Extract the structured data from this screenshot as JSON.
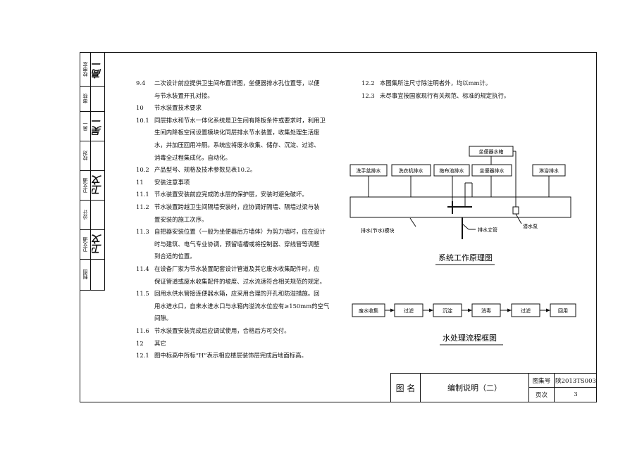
{
  "sidebar": {
    "cells": [
      {
        "label": "校审定",
        "sig": "高一"
      },
      {
        "label": "审核",
        "sig": ""
      },
      {
        "label": "吴一",
        "sig": "吴一"
      },
      {
        "label": "校对",
        "sig": ""
      },
      {
        "label": "卫文通",
        "sig": "卫文"
      },
      {
        "label": "设计",
        "sig": ""
      },
      {
        "label": "卫文通",
        "sig": "卫文"
      },
      {
        "label": "制图",
        "sig": ""
      }
    ]
  },
  "left_text": [
    {
      "num": "9.4",
      "lines": [
        "二次设计前应提供卫生间布置详图，坐便器排水孔位置等，以便",
        "与节水装置开孔对接。"
      ]
    },
    {
      "num": "10",
      "lines": [
        "节水装置技术要求"
      ]
    },
    {
      "num": "10.1",
      "lines": [
        "同层排水和节水一体化系统是卫生间有降板条件或要求时，利用卫",
        "生间内降板空间设置模块化同层排水节水装置，收集处理生活废",
        "水，并加压回用冲厕。系统应将废水收集、储存、沉淀、过滤、",
        "消毒全过程集成化，自动化。"
      ]
    },
    {
      "num": "10.2",
      "lines": [
        "产品型号、规格及技术参数见表10.2。"
      ]
    },
    {
      "num": "11",
      "lines": [
        "安装注意事项"
      ]
    },
    {
      "num": "11.1",
      "lines": [
        "节水装置安装前应完成防水层的保护层，安装时避免破坏。"
      ]
    },
    {
      "num": "11.2",
      "lines": [
        "节水装置跨越卫生间隔墙安装时，应协调好隔墙、隔墙过梁与装",
        "置安装的施工次序。"
      ]
    },
    {
      "num": "11.3",
      "lines": [
        "自把器安装位置（一般为坐便器后方墙体）为剪力墙时，应在设计",
        "时与建筑、电气专业协调，预留墙槽或将控制器、穿线管等调整",
        "到合适的位置。"
      ]
    },
    {
      "num": "11.4",
      "lines": [
        "在设备厂家为节水装置配套设计管道及其它废水收集配件时，应",
        "保证管道或废水收集配件的坡度、过水流速符合相关规范的规定。"
      ]
    },
    {
      "num": "11.5",
      "lines": [
        "回用水供水管接连便器水箱，应采用合理的开孔和防溢措施。回",
        "用水进水口，自来水进水口与水箱内溢流水位应有≥150mm的空气",
        "间隙。"
      ]
    },
    {
      "num": "11.6",
      "lines": [
        "节水装置安装完成后应调试使用，合格后方可交付。"
      ]
    },
    {
      "num": "12",
      "lines": [
        "其它"
      ]
    },
    {
      "num": "12.1",
      "lines": [
        "图中标高中所标“H”表示相应楼层装饰层完成后地面标高。"
      ]
    }
  ],
  "right_text": [
    {
      "num": "12.2",
      "lines": [
        "本图集所注尺寸除注明者外，均以mm计。"
      ]
    },
    {
      "num": "12.3",
      "lines": [
        "未尽事宜按国家现行有关规范、标准的规定执行。"
      ]
    }
  ],
  "diagram1": {
    "top_box": "坐便器水箱",
    "boxes": [
      "洗手盆排水",
      "洗衣机排水",
      "拖布池排水",
      "坐便器排水",
      "淋浴排水"
    ],
    "module_label": "排水(节水)模块",
    "riser_label": "排水立管",
    "pump_label": "潜水泵",
    "caption": "系统工作原理图"
  },
  "diagram2": {
    "steps": [
      "废水收集",
      "过滤",
      "沉淀",
      "消毒",
      "过滤",
      "回用"
    ],
    "caption": "水处理流程框图"
  },
  "title_block": {
    "name_label": "图  名",
    "title": "编制说明（二）",
    "atlas_label": "图集号",
    "atlas_value": "陕2013TS003",
    "page_label": "页次",
    "page_value": "3"
  }
}
